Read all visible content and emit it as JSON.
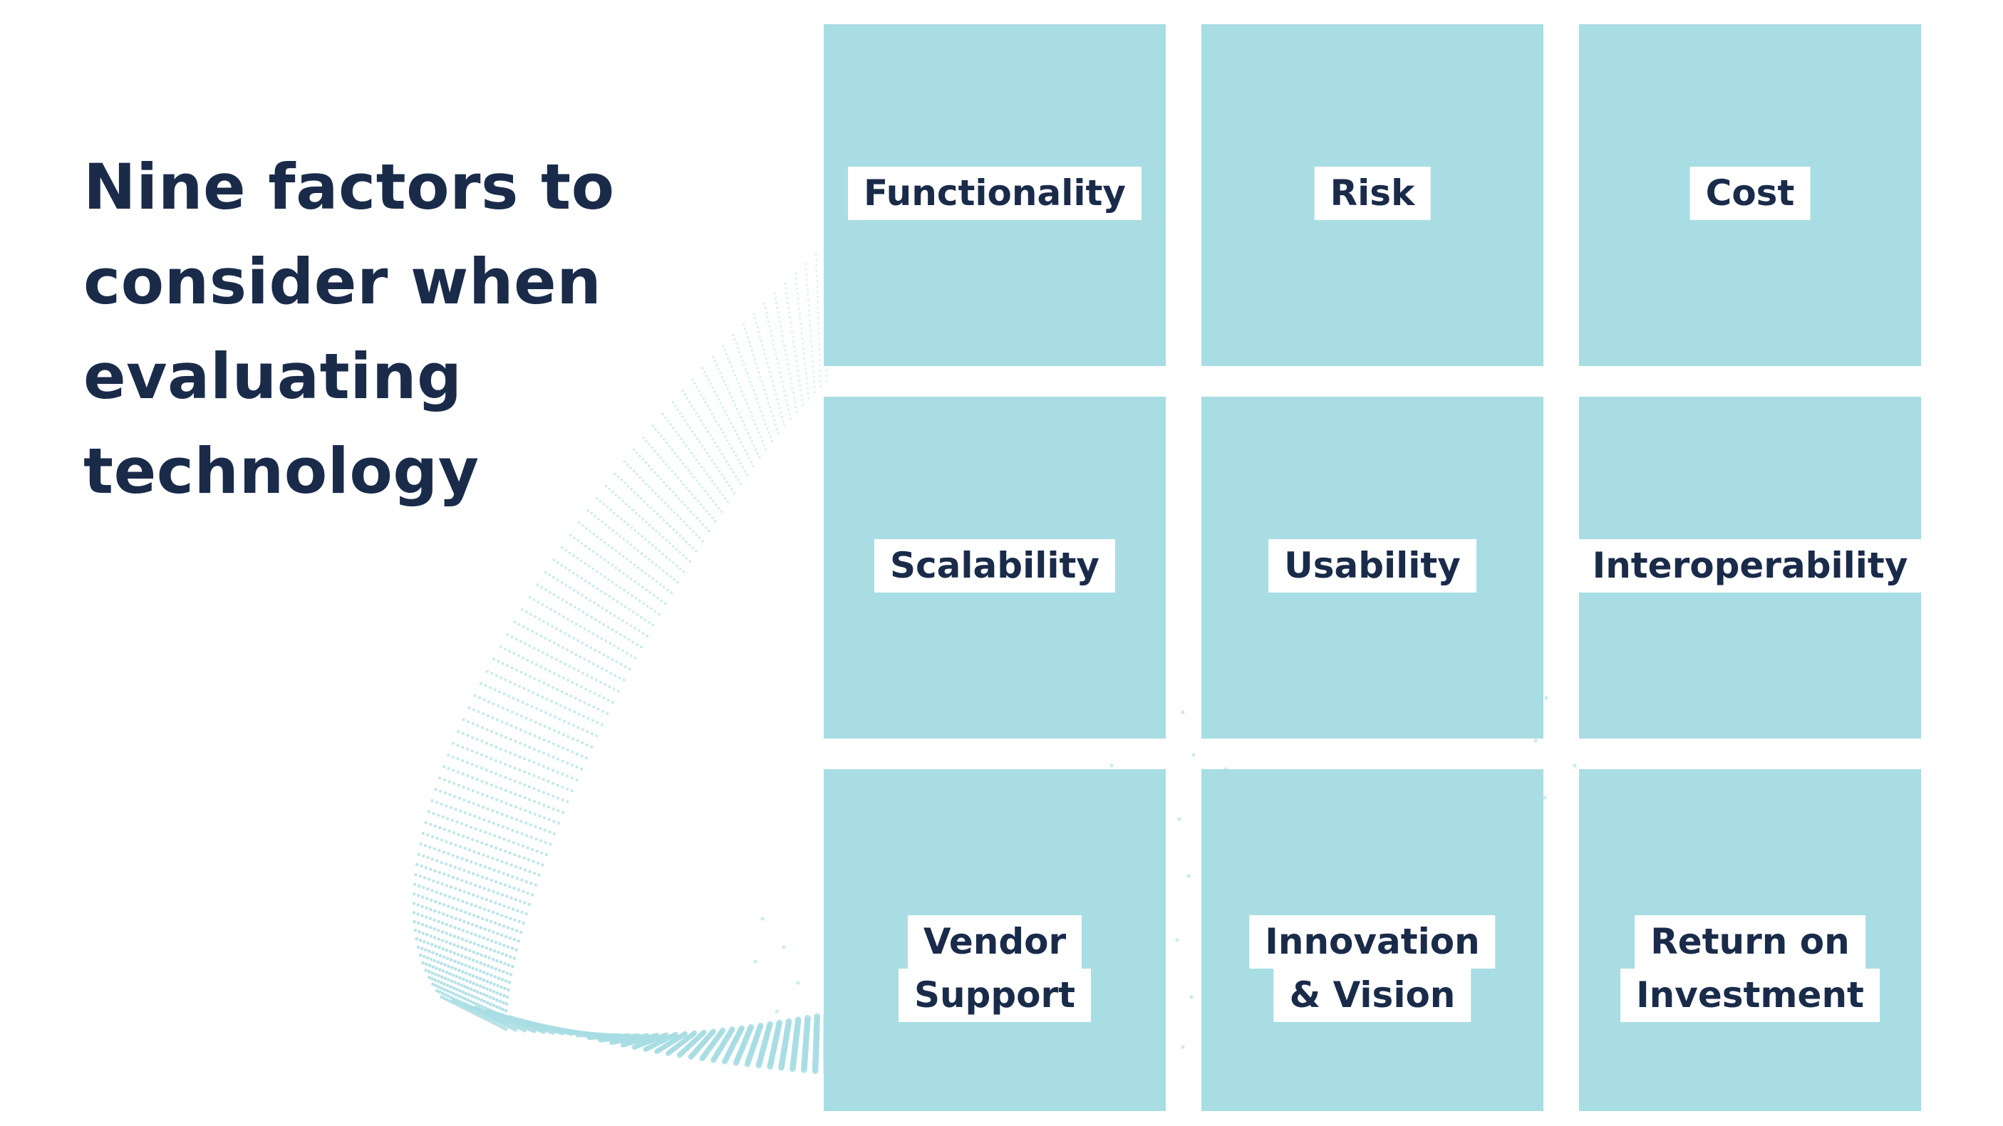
{
  "title": {
    "lines": [
      "Nine factors to",
      "consider when",
      "evaluating",
      "technology"
    ]
  },
  "factors": [
    {
      "lines": [
        "Functionality"
      ]
    },
    {
      "lines": [
        "Risk"
      ]
    },
    {
      "lines": [
        "Cost"
      ]
    },
    {
      "lines": [
        "Scalability"
      ]
    },
    {
      "lines": [
        "Usability"
      ]
    },
    {
      "lines": [
        "Interoperability"
      ]
    },
    {
      "lines": [
        "Vendor",
        "Support"
      ]
    },
    {
      "lines": [
        "Innovation",
        "& Vision"
      ]
    },
    {
      "lines": [
        "Return on",
        "Investment"
      ]
    }
  ],
  "colors": {
    "tile": "#a8dde3",
    "text": "#1a2b4a",
    "label_background": "#ffffff",
    "dots": "#a8dde3"
  }
}
